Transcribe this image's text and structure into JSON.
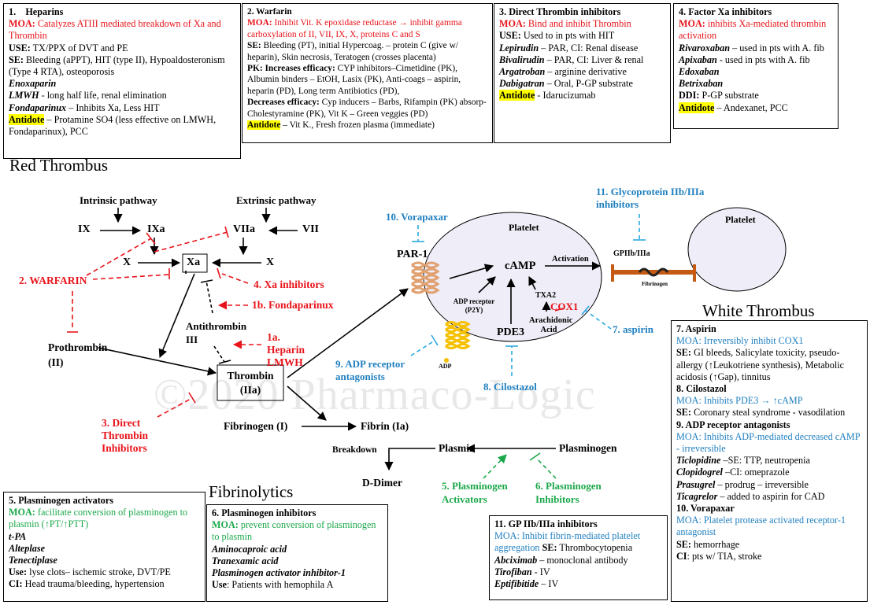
{
  "sections": {
    "red_thrombus": "Red Thrombus",
    "white_thrombus": "White Thrombus",
    "fibrinolytics": "Fibrinolytics"
  },
  "watermark": "©2020 Pharmaco-Logic",
  "boxes": {
    "heparins": {
      "title_num": "1.",
      "title": "Heparins",
      "moa_label": "MOA:",
      "moa": "Catalyzes ATIII mediated breakdown of Xa and Thrombin",
      "use_label": "USE:",
      "use": "TX/PPX of DVT and PE",
      "se_label": "SE:",
      "se": "Bleeding (aPPT), HIT (type II), Hypoaldosteronism (Type 4 RTA), osteoporosis",
      "drug1": "Enoxaparin",
      "drug2": "LMWH",
      "drug2_desc": " - long half life, renal elimination",
      "drug3": "Fondaparinux",
      "drug3_desc": " – Inhibits Xa, Less HIT",
      "antidote_label": "Antidote",
      "antidote": " – Protamine SO4 (less effective on LMWH, Fondaparinux), PCC"
    },
    "warfarin": {
      "title": "2. Warfarin",
      "moa_label": "MOA:",
      "moa": "Inhibit Vit. K epoxidase reductase → inhibit gamma carboxylation of II, VII, IX, X, proteins C and S",
      "se_label": "SE:",
      "se": "Bleeding (PT), initial Hypercoag. – protein C (give w/ heparin), Skin necrosis, Teratogen (crosses placenta)",
      "pk_inc_label": "PK: Increases efficacy:",
      "pk_inc": " CYP inhibitors–Cimetidine (PK), Albumin binders – EtOH, Lasix (PK), Anti-coags – aspirin, heparin (PD), Long term Antibiotics (PD),",
      "pk_dec_label": "Decreases efficacy:",
      "pk_dec": " Cyp inducers – Barbs, Rifampin (PK) absorp-Cholestyramine (PK), Vit K – Green veggies (PD)",
      "antidote_label": "Antidote",
      "antidote": " – Vit K., Fresh frozen plasma (immediate)"
    },
    "dti": {
      "title": "3. Direct Thrombin inhibitors",
      "moa_label": "MOA:",
      "moa": "Bind and inhibit Thrombin",
      "use_label": "USE:",
      "use": "Used to in pts with HIT",
      "d1": "Lepirudin",
      "d1_desc": " – PAR, CI: Renal disease",
      "d2": "Bivalirudin",
      "d2_desc": " – PAR, CI: Liver & renal",
      "d3": "Argatroban",
      "d3_desc": " – arginine derivative",
      "d4": "Dabigatran",
      "d4_desc": " – Oral, P-GP substrate",
      "antidote_label": "Antidote",
      "antidote": " - Idarucizumab"
    },
    "xa": {
      "title": "4. Factor Xa inhibitors",
      "moa_label": "MOA:",
      "moa": "inhibits Xa-mediated thrombin activation",
      "d1": "Rivaroxaban",
      "d1_desc": " – used in pts with A. fib",
      "d2": "Apixaban",
      "d2_desc": " - used in pts with A. fib",
      "d3": "Edoxaban",
      "d4": "Betrixaban",
      "ddi_label": "DDI:",
      "ddi": " P-GP substrate",
      "antidote_label": "Antidote",
      "antidote": " – Andexanet, PCC"
    },
    "antiplatelet": {
      "a_title": "7. Aspirin",
      "a_moa_label": "MOA:",
      "a_moa": "Irreversibly inhibit COX1",
      "a_se_label": "SE:",
      "a_se": " GI bleeds, Salicylate toxicity, pseudo-allergy (↑Leukotriene synthesis), Metabolic acidosis (↑Gap), tinnitus",
      "c_title": "8. Cilostazol",
      "c_moa_label": "MOA",
      "c_moa": ": Inhibits PDE3 → ↑cAMP",
      "c_se_label": "SE:",
      "c_se": " Coronary steal syndrome - vasodilation",
      "p_title": "9. ADP receptor antagonists",
      "p_moa_label": "MOA:",
      "p_moa": " Inhibits ADP-mediated decreased cAMP - irreversible",
      "p_d1": "Ticlopidine",
      "p_d1_desc": " –SE: TTP, neutropenia",
      "p_d2": "Clopidogrel",
      "p_d2_desc": " –CI: omeprazole",
      "p_d3": "Prasugrel",
      "p_d3_desc": " – prodrug – irreversible",
      "p_d4": "Ticagrelor",
      "p_d4_desc": " – added to aspirin for CAD",
      "v_title": "10. Vorapaxar",
      "v_moa_label": "MOA:",
      "v_moa": " Platelet protease activated receptor-1 antagonist",
      "v_se_label": "SE:",
      "v_se": " hemorrhage",
      "v_ci_label": "CI",
      "v_ci": ": pts w/ TIA, stroke"
    },
    "plasminogen_activators": {
      "title": "5. Plasminogen activators",
      "moa_label": "MOA:",
      "moa": " facilitate conversion of plasminogen to plasmin (↑PT/↑PTT)",
      "d1": "t-PA",
      "d2": "Alteplase",
      "d3": "Tenectiplase",
      "use_label": "Use:",
      "use": " lyse clots– ischemic stroke, DVT/PE",
      "ci_label": "CI:",
      "ci": " Head trauma/bleeding, hypertension"
    },
    "plasminogen_inhibitors": {
      "title": "6. Plasminogen inhibitors",
      "moa_label": "MOA:",
      "moa": " prevent conversion of plasminogen to plasmin",
      "d1": "Aminocaproic acid",
      "d2": "Tranexamic acid",
      "d3": "Plasminogen activator inhibitor-1",
      "use_label": "Use",
      "use": ": Patients with hemophila A"
    },
    "gp": {
      "title": "11. GP IIb/IIIa inhibitors",
      "moa_label": "MOA:",
      "moa": " Inhibit fibrin-mediated platelet aggregation",
      "se_label": " SE:",
      "se": " Thrombocytopenia",
      "d1": "Abciximab",
      "d1_desc": " – monoclonal antibody",
      "d2": "Tirofiban",
      "d2_desc": " - IV",
      "d3": "Eptifibitide",
      "d3_desc": " – IV"
    }
  },
  "nodes": {
    "intrinsic": "Intrinsic pathway",
    "extrinsic": "Extrinsic pathway",
    "ix": "IX",
    "ixa": "IXa",
    "viia": "VIIa",
    "vii": "VII",
    "x_left": "X",
    "x_right": "X",
    "xa": "Xa",
    "warfarin": "2. WARFARIN",
    "xa_inhib": "4. Xa inhibitors",
    "fonda": "1b. Fondaparinux",
    "antithrombin": "Antithrombin III",
    "heparin": "1a. Heparin LMWH",
    "prothrombin": "Prothrombin (II)",
    "thrombin": "Thrombin (IIa)",
    "dti": "3. Direct Thrombin Inhibitors",
    "fibrinogen": "Fibrinogen (I)",
    "fibrin": "Fibrin (Ia)",
    "breakdown": "Breakdown",
    "plasmin": "Plasmin",
    "plasminogen": "Plasminogen",
    "ddimer": "D-Dimer",
    "pa": "5. Plasminogen Activators",
    "pi": "6. Plasminogen Inhibitors",
    "vorapaxar": "10. Vorapaxar",
    "par1": "PAR-1",
    "platelet1": "Platelet",
    "platelet2": "Platelet",
    "camp": "cAMP",
    "activation": "Activation",
    "gp_label": "GPIIb/IIIa",
    "fibrinogen_small": "Fibrinogen",
    "gp_inhib": "11. Glycoprotein IIb/IIIa inhibitors",
    "adp_receptor": "ADP receptor (P2Y)",
    "txa2": "TXA2",
    "cox1": "COX1",
    "arachidonic": "Arachidonic Acid",
    "pde3": "PDE3",
    "adp": "ADP",
    "aspirin": "7. aspirin",
    "adp_antag": "9. ADP receptor antagonists",
    "cilostazol": "8. Cilostazol"
  }
}
